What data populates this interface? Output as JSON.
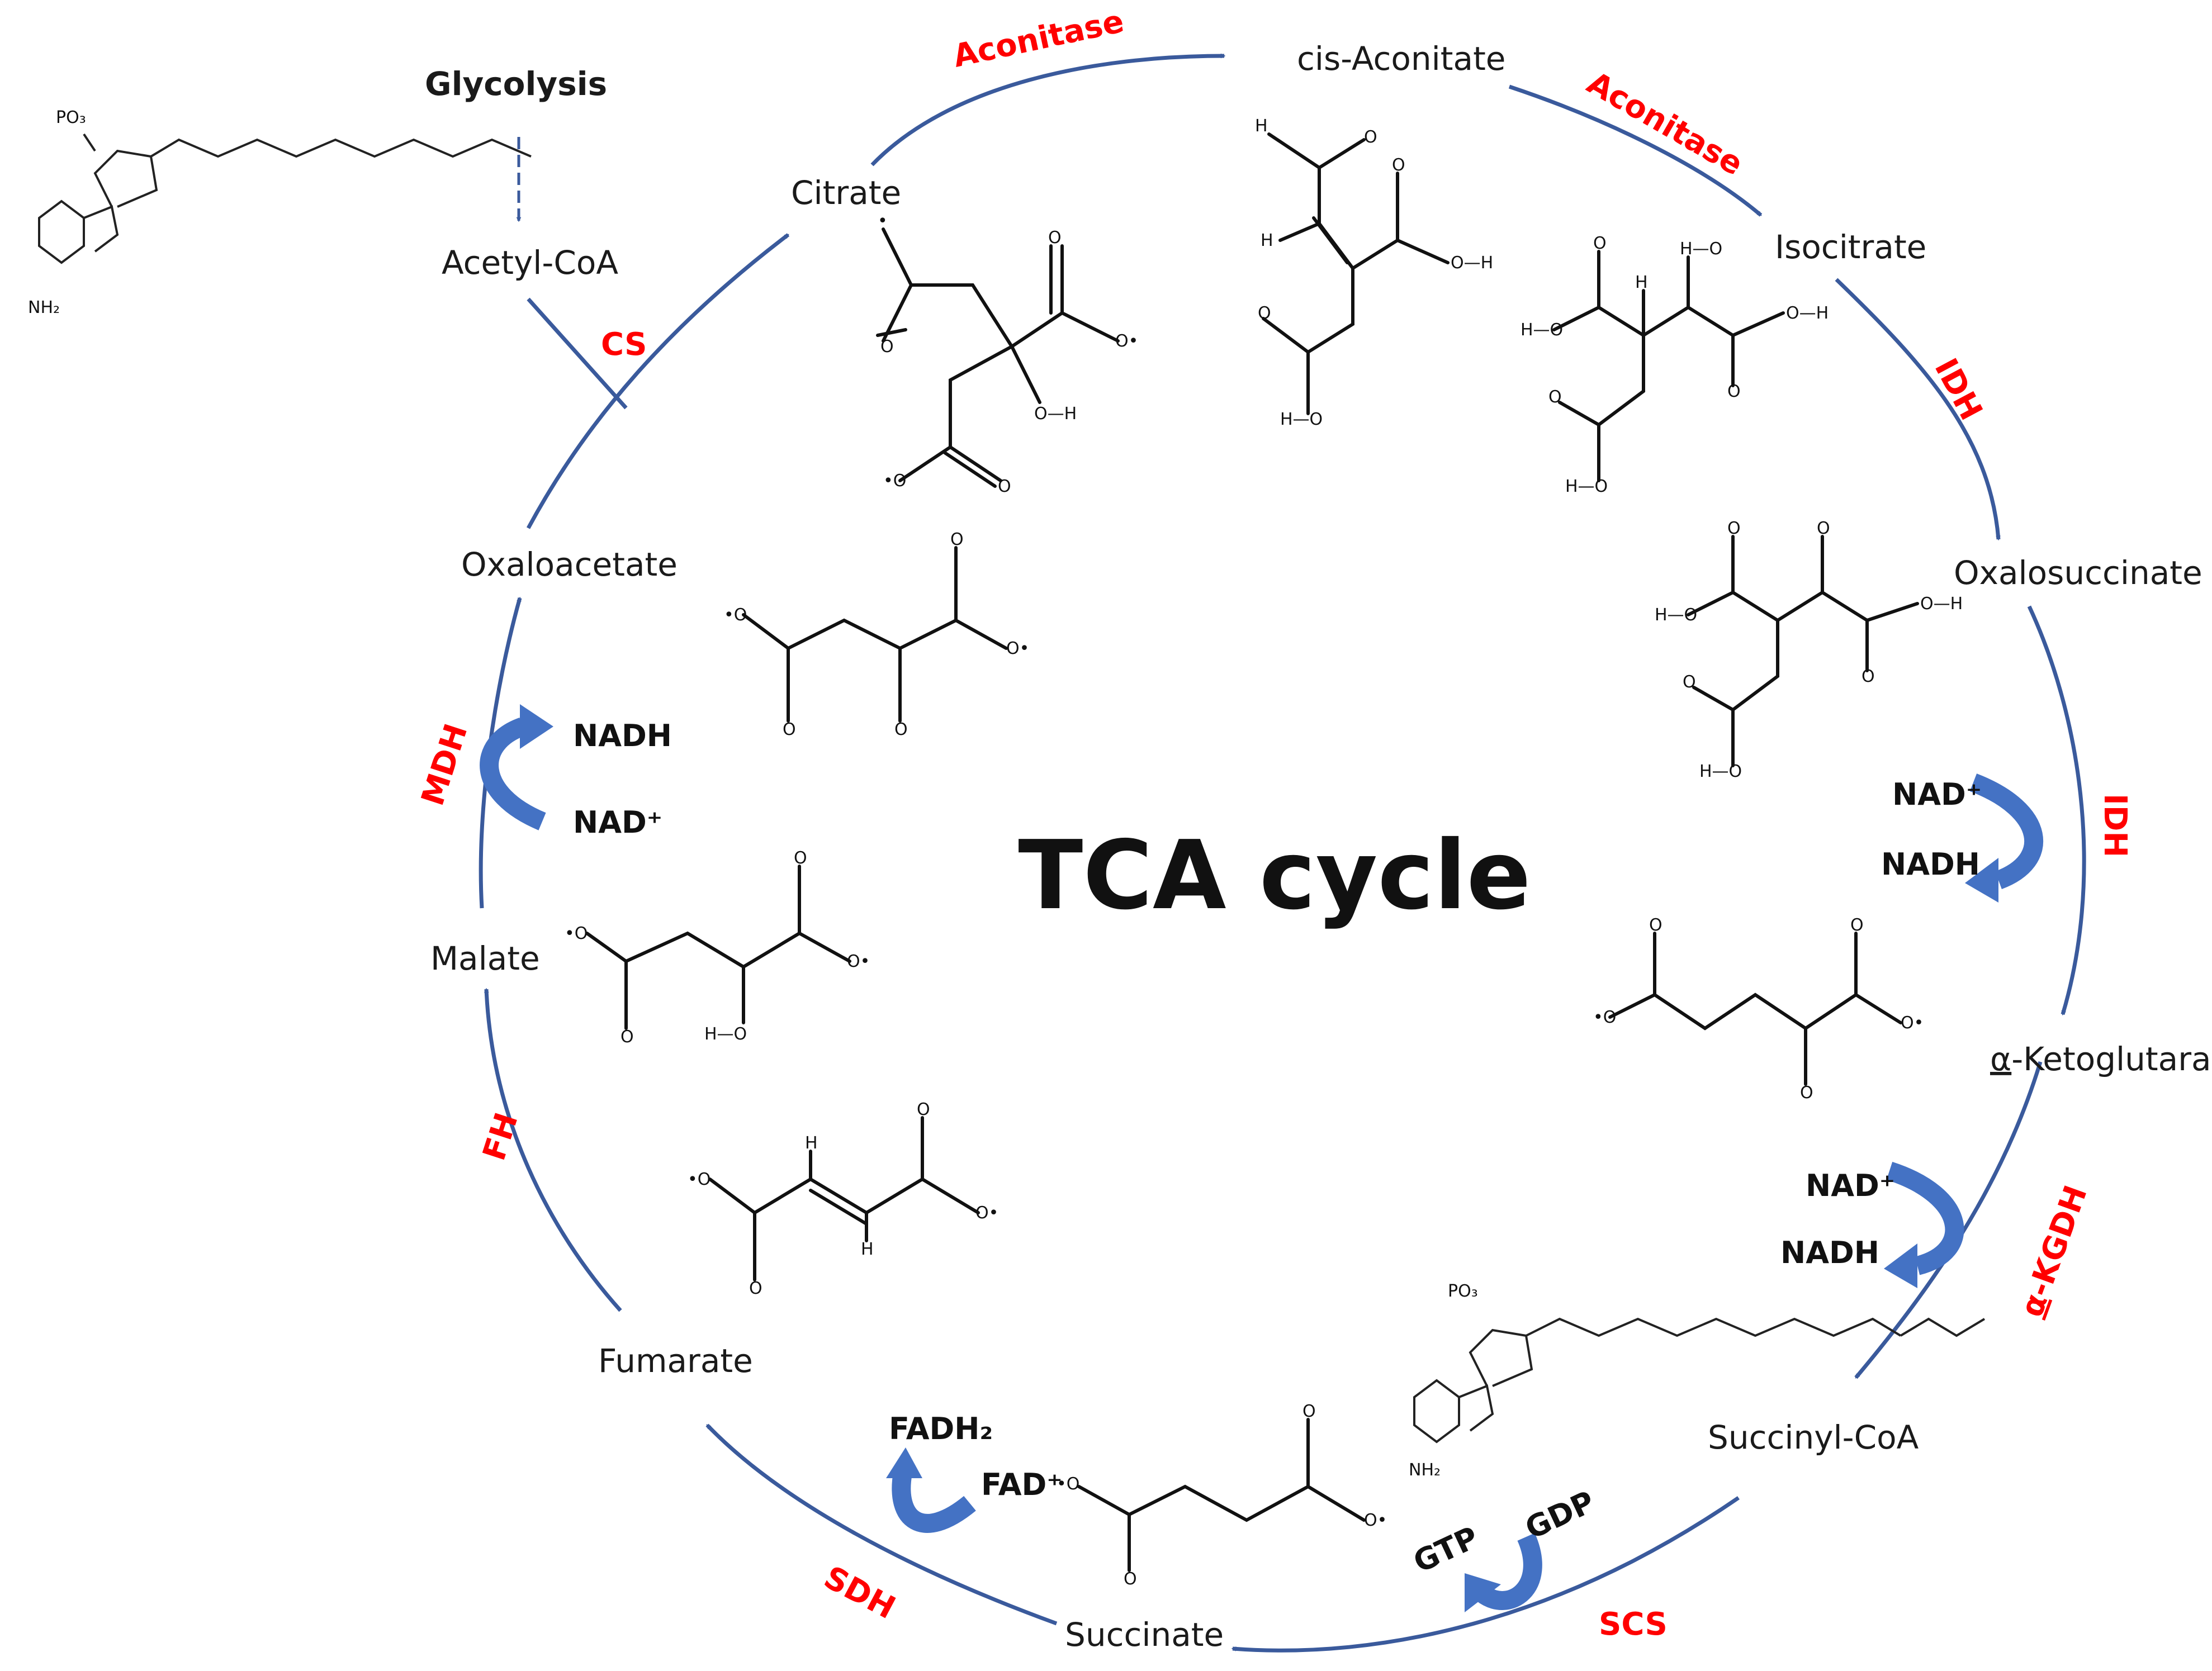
{
  "title": "TCA cycle",
  "colors": {
    "arrow": "#3a5a9c",
    "enzyme": "#ff0000",
    "cofactor_arrow": "#4472c4",
    "text": "#1a1a1a"
  },
  "header": {
    "glycolysis": "Glycolysis"
  },
  "metabolites": [
    {
      "id": "acetyl-coa",
      "label": "Acetyl-CoA"
    },
    {
      "id": "citrate",
      "label": "Citrate"
    },
    {
      "id": "cis-aconitate",
      "label": "cis-Aconitate"
    },
    {
      "id": "isocitrate",
      "label": "Isocitrate"
    },
    {
      "id": "oxalosuccinate",
      "label": "Oxalosuccinate"
    },
    {
      "id": "alpha-ketoglutarate",
      "label_prefix": "α",
      "label": "-Ketoglutarate"
    },
    {
      "id": "succinyl-coa",
      "label": "Succinyl-CoA"
    },
    {
      "id": "succinate",
      "label": "Succinate"
    },
    {
      "id": "fumarate",
      "label": "Fumarate"
    },
    {
      "id": "malate",
      "label": "Malate"
    },
    {
      "id": "oxaloacetate",
      "label": "Oxaloacetate"
    }
  ],
  "enzymes": [
    {
      "id": "cs",
      "label": "CS"
    },
    {
      "id": "aconitase-1",
      "label": "Aconitase"
    },
    {
      "id": "aconitase-2",
      "label": "Aconitase"
    },
    {
      "id": "idh-1",
      "label": "IDH"
    },
    {
      "id": "idh-2",
      "label": "IDH"
    },
    {
      "id": "akgdh",
      "label_prefix": "α",
      "label": "-KGDH"
    },
    {
      "id": "scs",
      "label": "SCS"
    },
    {
      "id": "sdh",
      "label": "SDH"
    },
    {
      "id": "fh",
      "label": "FH"
    },
    {
      "id": "mdh",
      "label": "MDH"
    }
  ],
  "cofactors": {
    "idh_in": "NAD⁺",
    "idh_out": "NADH",
    "kgdh_in": "NAD⁺",
    "kgdh_out": "NADH",
    "scs_in": "GDP",
    "scs_out": "GTP",
    "sdh_in": "FAD⁺",
    "sdh_out": "FADH₂",
    "mdh_in": "NAD⁺",
    "mdh_out": "NADH"
  }
}
